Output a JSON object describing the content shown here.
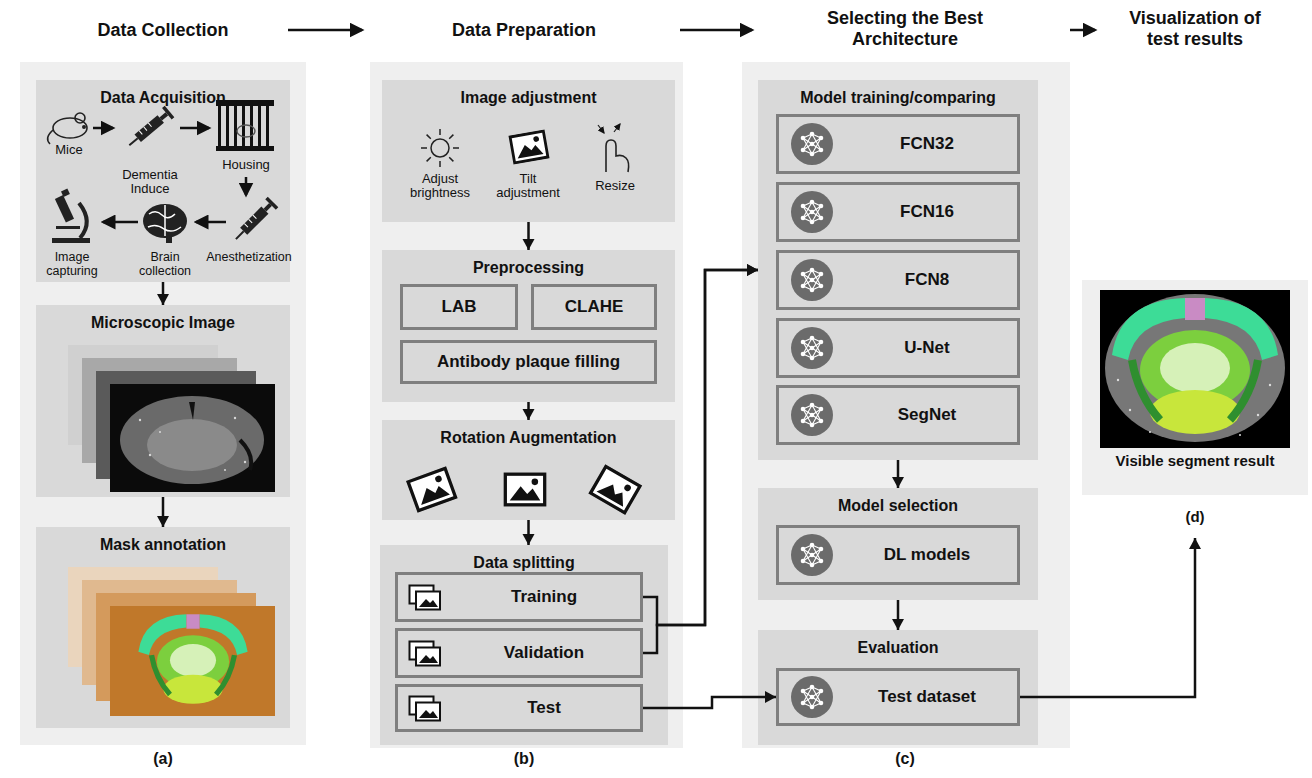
{
  "diagram": {
    "nodes": [
      {
        "text": [
          "Data Acquisition"
        ]
      },
      {
        "text": [
          "Microscopic Image"
        ]
      },
      {
        "text": [
          "Mask annotation"
        ]
      },
      {
        "text": [
          "Image adjustment"
        ]
      },
      {
        "text": [
          "Preprocessing"
        ]
      },
      {
        "text": [
          "LAB"
        ],
        "in": 4
      },
      {
        "text": [
          "CLAHE"
        ],
        "in": 4
      },
      {
        "text": [
          "Antibody plaque filling"
        ],
        "in": 4
      },
      {
        "text": [
          "Rotation Augmentation"
        ]
      },
      {
        "text": [
          "Data splitting"
        ]
      },
      {
        "text": [
          "Training"
        ],
        "in": 9
      },
      {
        "text": [
          "Validation"
        ],
        "in": 9
      },
      {
        "text": [
          "Test"
        ],
        "in": 9
      },
      {
        "text": [
          "Model training/comparing"
        ]
      },
      {
        "text": [
          "FCN32"
        ],
        "in": 13
      },
      {
        "text": [
          "FCN16"
        ],
        "in": 13
      },
      {
        "text": [
          "FCN8"
        ],
        "in": 13
      },
      {
        "text": [
          "U-Net"
        ],
        "in": 13
      },
      {
        "text": [
          "SegNet"
        ],
        "in": 13
      },
      {
        "text": [
          "Model selection"
        ]
      },
      {
        "text": [
          "DL models"
        ],
        "in": 19
      },
      {
        "text": [
          "Evaluation"
        ]
      },
      {
        "text": [
          "Test dataset"
        ],
        "in": 21
      },
      {
        "text": [
          "Visible segment result",
          "(d)"
        ]
      }
    ],
    "edges": [
      {
        "from": 0,
        "to": 1,
        "arrow": "to"
      },
      {
        "from": 1,
        "to": 2,
        "arrow": "to"
      },
      {
        "from": 3,
        "to": 4,
        "arrow": "to"
      },
      {
        "from": 4,
        "to": 8,
        "arrow": "to"
      },
      {
        "from": 8,
        "to": 9,
        "arrow": "to"
      },
      {
        "from": 10,
        "to": 13,
        "arrow": "to"
      },
      {
        "from": 11,
        "to": 13,
        "arrow": "to"
      },
      {
        "from": 12,
        "to": 22,
        "arrow": "to"
      },
      {
        "from": 13,
        "to": 19,
        "arrow": "to"
      },
      {
        "from": 19,
        "to": 21,
        "arrow": "to"
      },
      {
        "from": 22,
        "to": 23,
        "arrow": "to"
      }
    ],
    "labels": [
      "Data Collection",
      "Data Preparation",
      "Selecting the Best Architecture",
      "Visualization of test results",
      "Mice",
      "Dementia Induce",
      "Housing",
      "Anesthetization",
      "Brain collection",
      "Image capturing",
      "Adjust brightness",
      "Tilt adjustment",
      "Resize",
      "(a)",
      "(b)",
      "(c)"
    ]
  }
}
